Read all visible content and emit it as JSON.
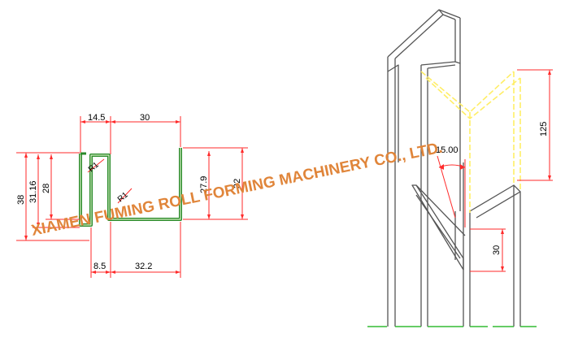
{
  "colors": {
    "dimension": "#ff2a2a",
    "profile": "#2a8a2a",
    "profile_inner": "#d9f0c8",
    "outline": "#555555",
    "hidden": "#ffee66",
    "ground": "#33bb33",
    "watermark": "#e0853a"
  },
  "profile_dims": {
    "top_left": "14.5",
    "top_right": "30",
    "bottom_left": "8.5",
    "bottom_right": "32.2",
    "left_outer": "38",
    "left_mid": "31.16",
    "left_inner": "28",
    "right_inner": "27.9",
    "right_outer": "32",
    "radius_top": "R1",
    "radius_mid": "R1"
  },
  "post_dims": {
    "height_top": "125",
    "angle": "15.00",
    "height_bottom": "30"
  },
  "watermark": {
    "line1": "XIAMEN FUMING ROLL FORMING MACHINERY CO., LTD."
  }
}
